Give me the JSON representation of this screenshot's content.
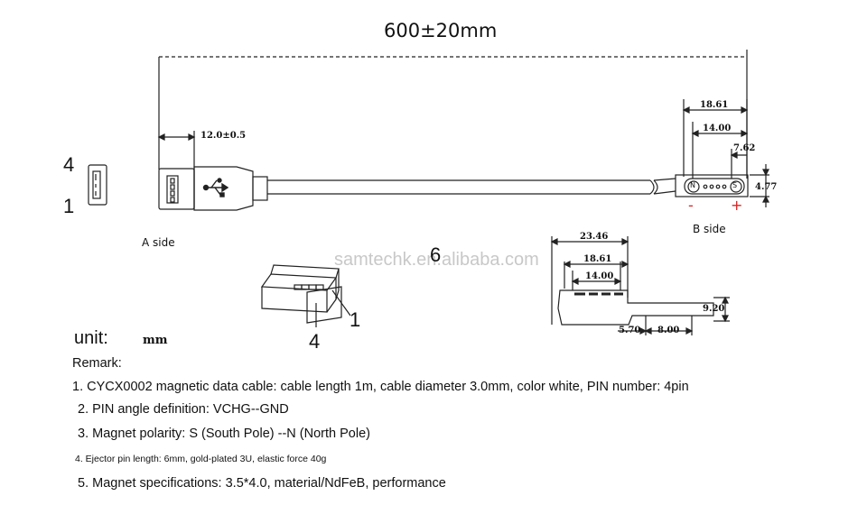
{
  "title": "600±20mm",
  "dims": {
    "a_offset": "12.0±0.5",
    "b_18_61": "18.61",
    "b_14_00": "14.00",
    "b_7_62": "7.62",
    "b_4_77": "4.77",
    "s_23_46": "23.46",
    "s_18_61": "18.61",
    "s_14_00": "14.00",
    "s_9_20": "9.20",
    "s_5_70": "5.70",
    "s_8_00": "8.00"
  },
  "labels": {
    "a_side": "A side",
    "b_side": "B side",
    "pin4_left": "4",
    "pin1_left": "1",
    "pin1_plug": "1",
    "pin4_plug": "4",
    "part6": "6",
    "minus": "-",
    "plus": "+",
    "pole_n": "N",
    "pole_s": "S"
  },
  "watermark": "samtechk.en.alibaba.com",
  "unit": {
    "label": "unit:",
    "value": "mm"
  },
  "remark": {
    "heading": "Remark:",
    "items": [
      "1. CYCX0002 magnetic data cable: cable length 1m, cable diameter 3.0mm, color white, PIN number: 4pin",
      "2. PIN angle definition: VCHG--GND",
      "3. Magnet polarity: S (South Pole) --N (North Pole)",
      "4. Ejector pin length: 6mm, gold-plated 3U, elastic force 40g",
      "5. Magnet specifications: 3.5*4.0, material/NdFeB, performance"
    ]
  },
  "colors": {
    "line": "#222222",
    "accent": "#dd2222",
    "watermark": "#c8c8c8"
  }
}
